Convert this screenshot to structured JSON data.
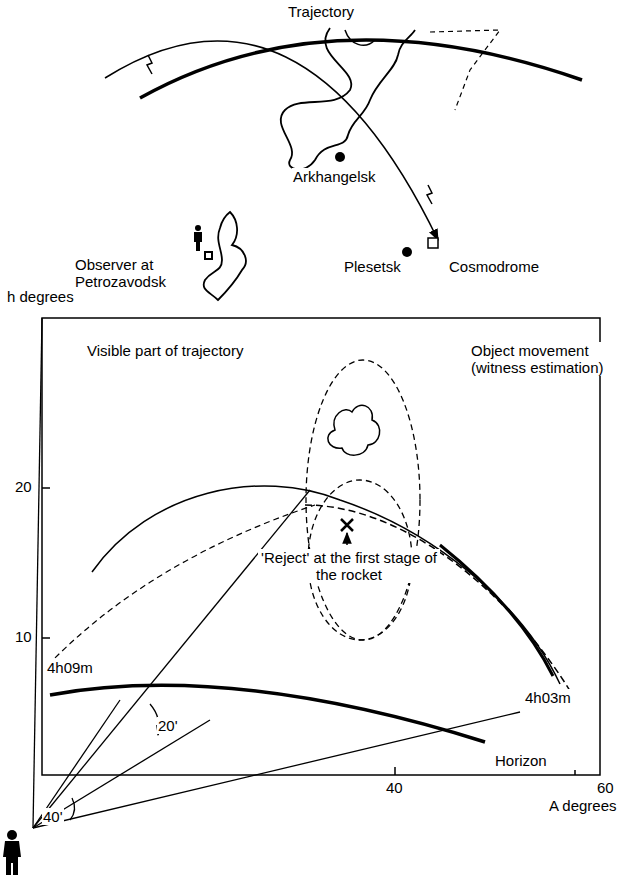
{
  "diagram": {
    "labels": [
      "Trajectory",
      "Arkhangelsk",
      "Observer at Petrozavodsk",
      "Plesetsk",
      "Cosmodrome",
      "h degrees",
      "Visible part of trajectory",
      "Object movement (witness estimation)",
      "20",
      "10",
      "'Reject' at the first stage of the rocket",
      "4h09m",
      "20'",
      "4h03m",
      "Horizon",
      "40",
      "60",
      "A degrees",
      "40'"
    ]
  }
}
